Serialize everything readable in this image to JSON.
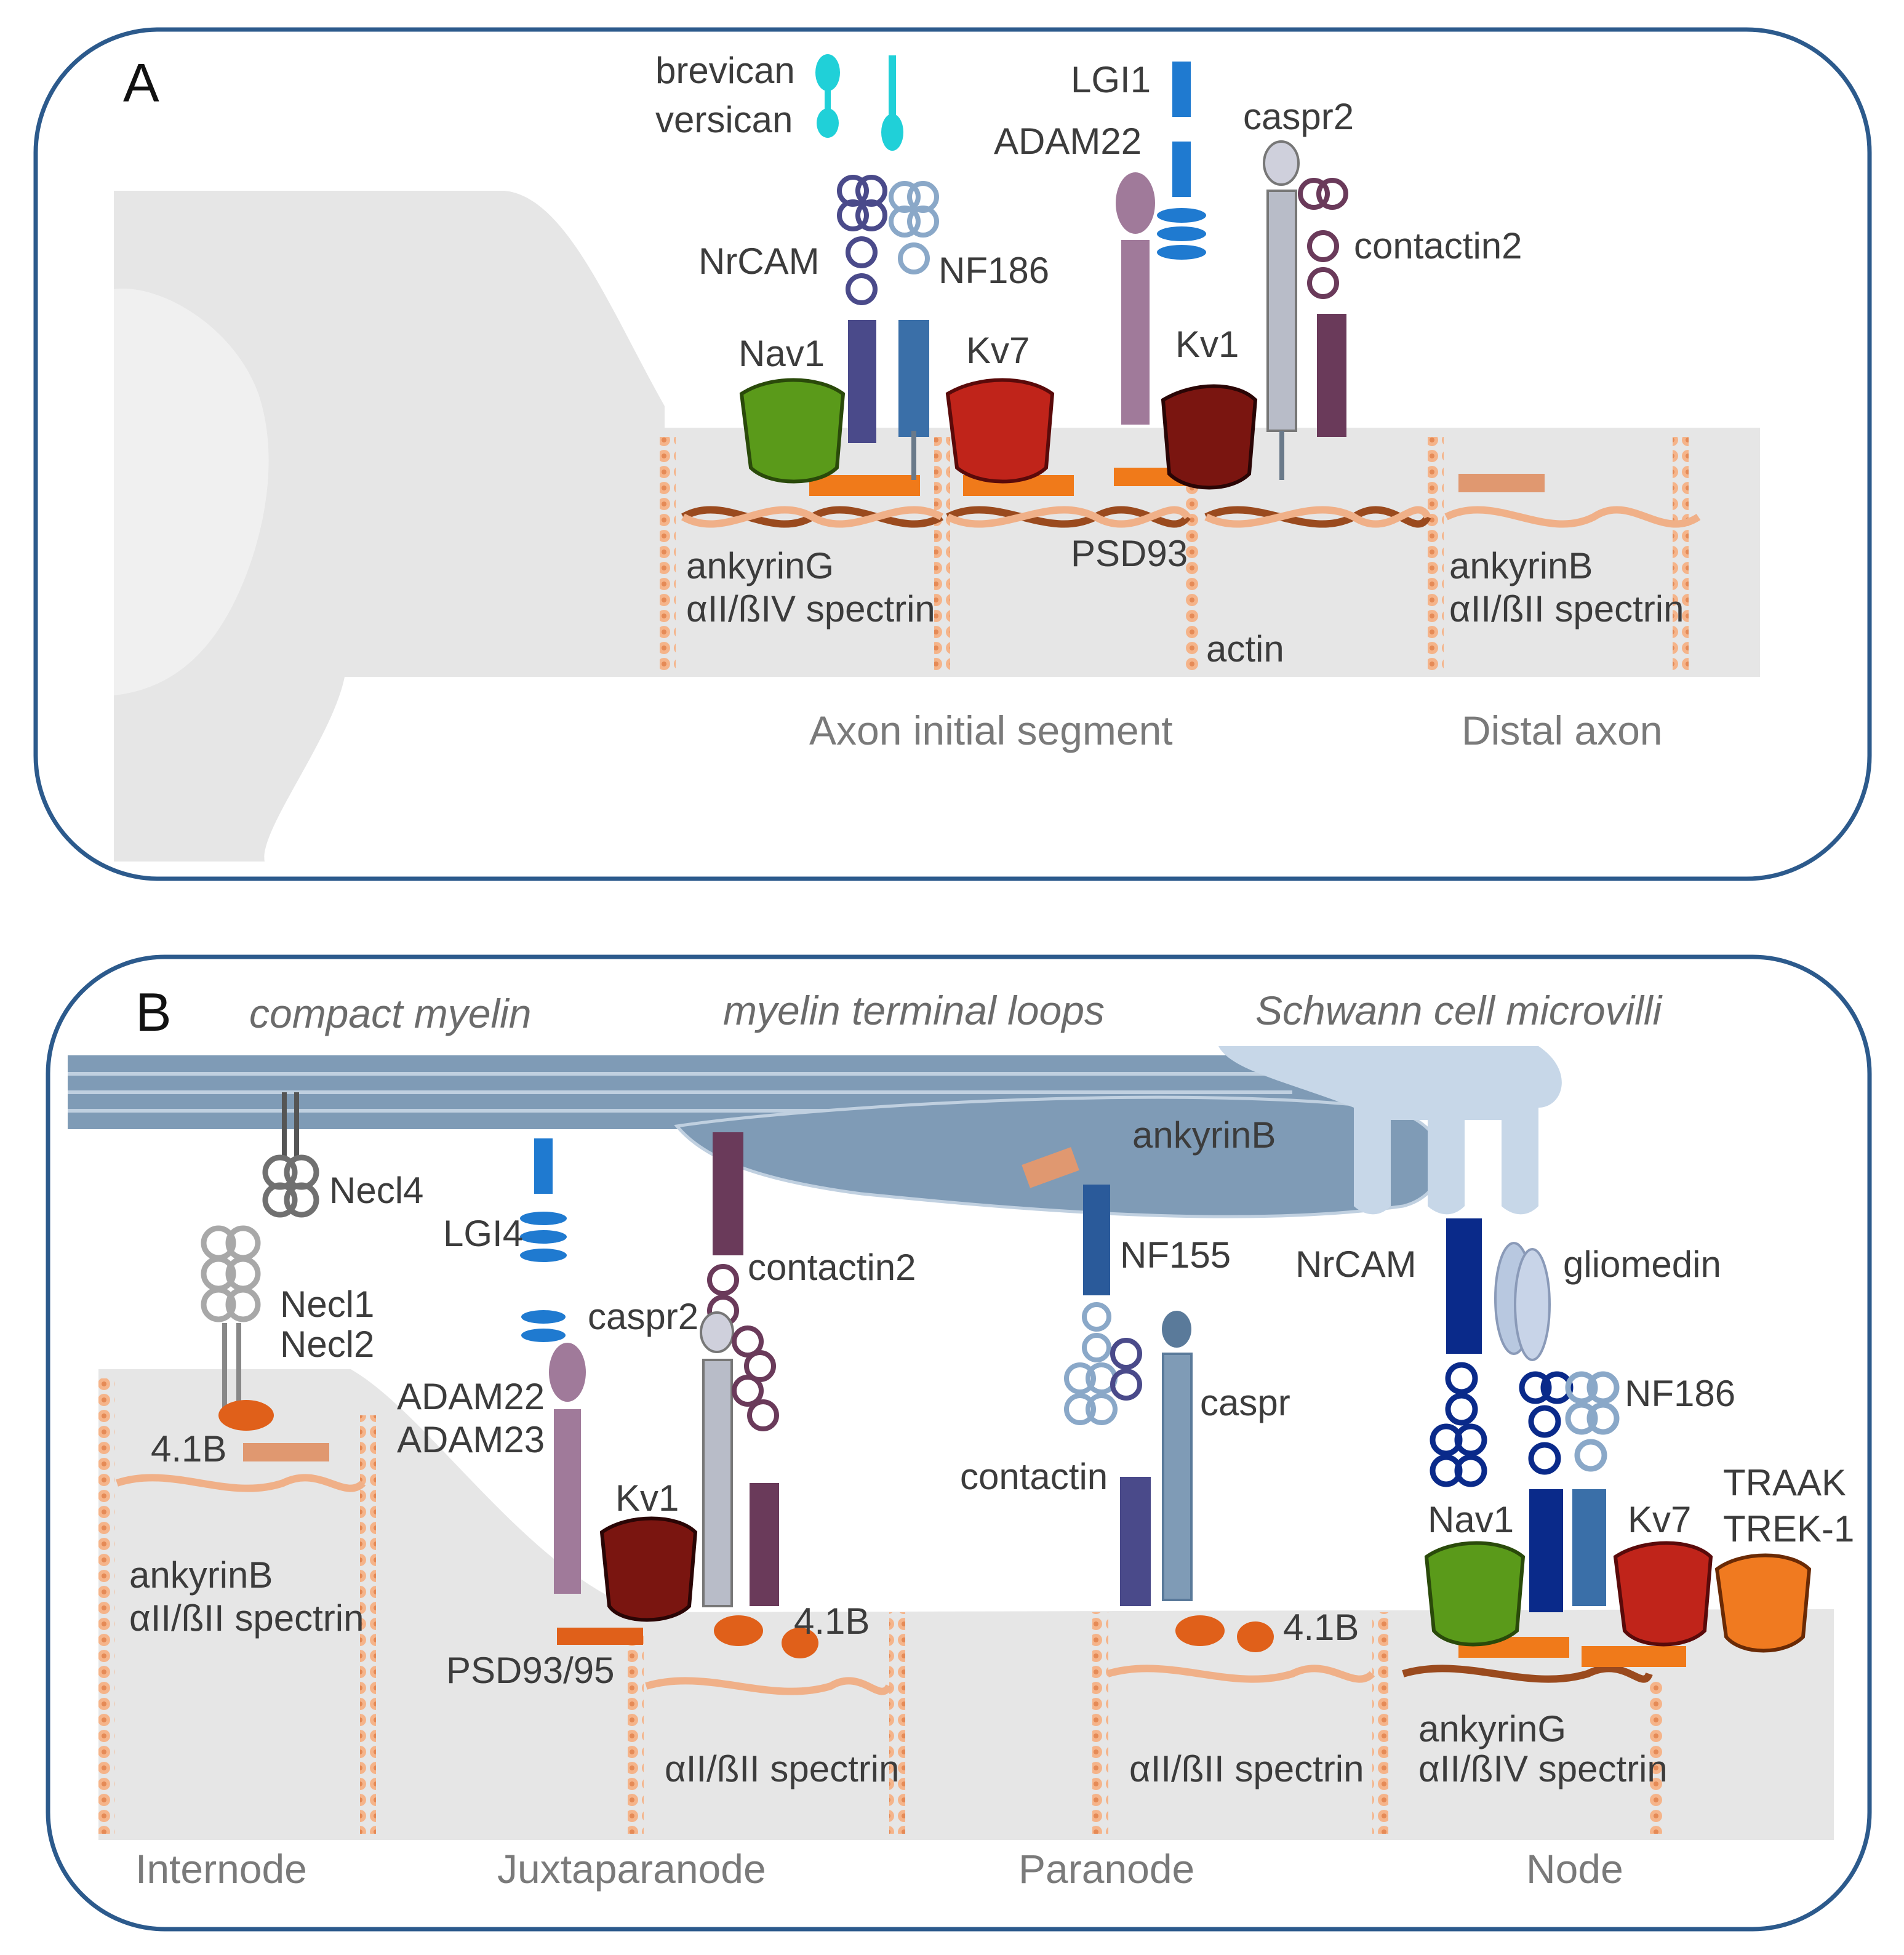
{
  "panel_a": {
    "letter": "A",
    "labels": {
      "brevican": "brevican",
      "versican": "versican",
      "lgi1": "LGI1",
      "adam22": "ADAM22",
      "caspr2": "caspr2",
      "nrcam": "NrCAM",
      "nf186": "NF186",
      "contactin2": "contactin2",
      "nav1": "Nav1",
      "kv7": "Kv7",
      "kv1": "Kv1",
      "psd93": "PSD93",
      "ankyring": "ankyrinG",
      "spectrin_aiibiv": "αII/ßIV spectrin",
      "ankyrinb": "ankyrinB",
      "spectrin_aiibii": "αII/ßII spectrin",
      "actin": "actin"
    },
    "regions": {
      "ais": "Axon initial segment",
      "distal": "Distal axon"
    }
  },
  "panel_b": {
    "letter": "B",
    "myelin_labels": {
      "compact": "compact myelin",
      "terminal": "myelin terminal loops",
      "microvilli": "Schwann cell microvilli"
    },
    "labels": {
      "necl4": "Necl4",
      "necl1": "Necl1",
      "necl2": "Necl2",
      "p41b_1": "4.1B",
      "ankyrinb_int": "ankyrinB",
      "spectrin_int": "αII/ßII spectrin",
      "lgi4": "LGI4",
      "adam22": "ADAM22",
      "adam23": "ADAM23",
      "contactin2": "contactin2",
      "caspr2": "caspr2",
      "kv1": "Kv1",
      "p41b_2": "4.1B",
      "psd9395": "PSD93/95",
      "spectrin_jxp": "αII/ßII spectrin",
      "ankyrinb_para": "ankyrinB",
      "nf155": "NF155",
      "caspr": "caspr",
      "contactin": "contactin",
      "p41b_3": "4.1B",
      "spectrin_para": "αII/ßII spectrin",
      "nrcam": "NrCAM",
      "gliomedin": "gliomedin",
      "nf186": "NF186",
      "nav1": "Nav1",
      "kv7": "Kv7",
      "traak": "TRAAK",
      "trek1": "TREK-1",
      "ankyring": "ankyrinG",
      "spectrin_node": "αII/ßIV spectrin"
    },
    "regions": {
      "internode": "Internode",
      "juxtaparanode": "Juxtaparanode",
      "paranode": "Paranode",
      "node": "Node"
    }
  },
  "colors": {
    "frame": "#2c5a8c",
    "axon": "#e5e5e5",
    "myelin": "#7f9bb6",
    "myelin_light": "#c7d7e8",
    "nav1": "#5a9a1a",
    "kv7": "#c0241a",
    "kv1": "#7a1510",
    "traak": "#f07a20",
    "ankyrin_bar": "#f07a1a",
    "spectrin": "#f0b088",
    "actin": "#9a4a1e",
    "nrcam_a": "#4a4a8a",
    "nf186_a": "#3a6fa8",
    "lgi": "#1f7ad0",
    "adam": "#a07a9a",
    "caspr": "#b8bcc8",
    "contactin2": "#6a3a5a",
    "cyan": "#20d0d8",
    "node_blue": "#0a2a8a"
  }
}
